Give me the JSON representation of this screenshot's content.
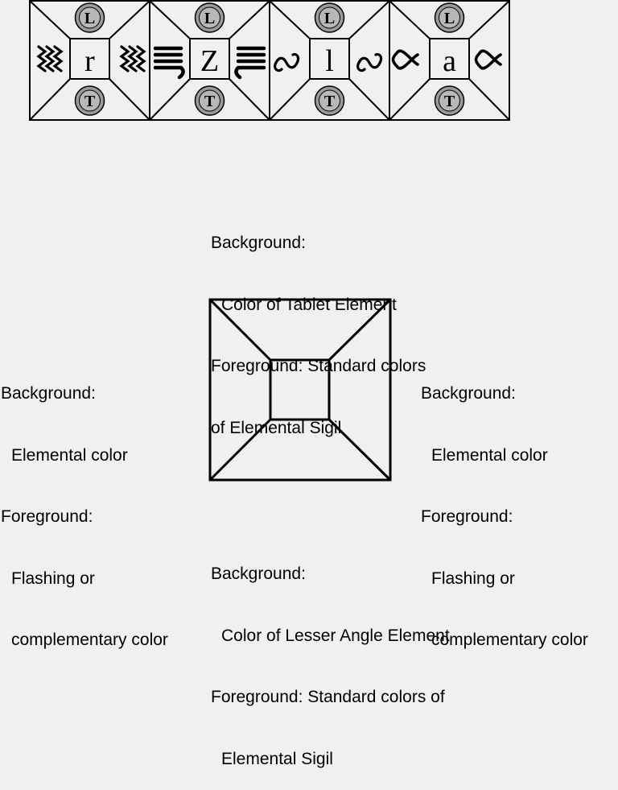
{
  "tablet": {
    "cells": [
      {
        "letter": "r",
        "sigil": "air-zigzag",
        "top_glyph": "L",
        "bottom_glyph": "T"
      },
      {
        "letter": "Z",
        "sigil": "water-waves",
        "top_glyph": "L",
        "bottom_glyph": "T"
      },
      {
        "letter": "l",
        "sigil": "earth-curl",
        "top_glyph": "L",
        "bottom_glyph": "T"
      },
      {
        "letter": "a",
        "sigil": "fire-loop",
        "top_glyph": "L",
        "bottom_glyph": "T"
      }
    ],
    "colors": {
      "stroke": "#000000",
      "coin_fill": "#9a9a9a",
      "coin_inner": "#b8b8b8"
    }
  },
  "labels": {
    "top": {
      "line1": "Background:",
      "line2": "Color of Tablet Element",
      "line3": "Foreground: Standard colors",
      "line4": "of Elemental Sigil"
    },
    "left": {
      "line1": "Background:",
      "line2": "Elemental color",
      "line3": "Foreground:",
      "line4": "Flashing or",
      "line5": "complementary color"
    },
    "right": {
      "line1": "Background:",
      "line2": "Elemental color",
      "line3": "Foreground:",
      "line4": "Flashing or",
      "line5": "complementary color"
    },
    "bottom": {
      "line1": "Background:",
      "line2": "Color of Lesser Angle Element",
      "line3": "Foreground: Standard colors of",
      "line4": "Elemental Sigil"
    }
  },
  "colors": {
    "background": "#f0f0f0",
    "stroke": "#000000"
  }
}
